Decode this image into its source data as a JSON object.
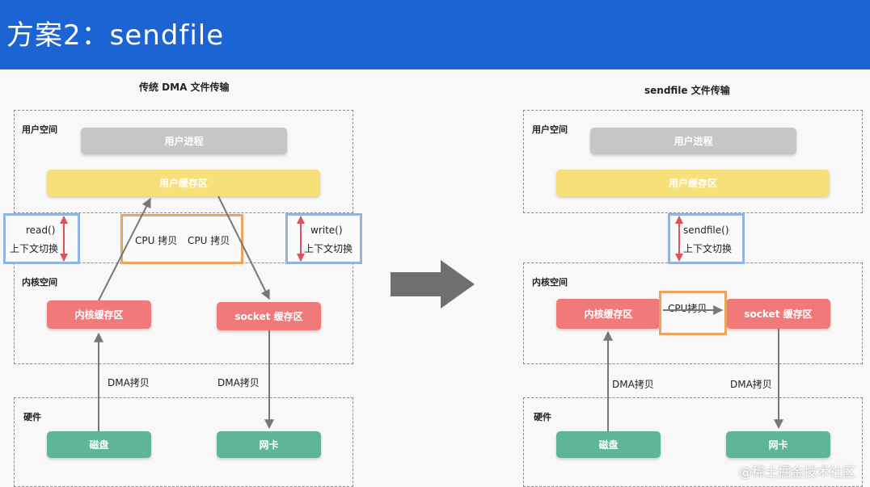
{
  "header": {
    "title": "方案2：sendfile",
    "color": "#1c63d4"
  },
  "left": {
    "title": "传统 DMA 文件传输",
    "user_space_label": "用户空间",
    "kernel_space_label": "内核空间",
    "hardware_label": "硬件",
    "user_process": "用户进程",
    "user_buffer": "用户缓存区",
    "kernel_buffer": "内核缓存区",
    "socket_buffer": "socket 缓存区",
    "disk": "磁盘",
    "nic": "网卡",
    "read_call": "read()",
    "read_switch": "上下文切换",
    "write_call": "write()",
    "write_switch": "上下文切换",
    "cpu_copy_1": "CPU 拷贝",
    "cpu_copy_2": "CPU 拷贝",
    "dma_copy_1": "DMA拷贝",
    "dma_copy_2": "DMA拷贝"
  },
  "right": {
    "title": "sendfile 文件传输",
    "user_space_label": "用户空间",
    "kernel_space_label": "内核空间",
    "hardware_label": "硬件",
    "user_process": "用户进程",
    "user_buffer": "用户缓存区",
    "kernel_buffer": "内核缓存区",
    "socket_buffer": "socket 缓存区",
    "disk": "磁盘",
    "nic": "网卡",
    "sendfile_call": "sendfile()",
    "switch": "上下文切换",
    "cpu_copy": "CPU拷贝",
    "dma_copy_1": "DMA拷贝",
    "dma_copy_2": "DMA拷贝"
  },
  "watermark": "@稀土掘金技术社区",
  "colors": {
    "gray_block": "#c6c6c6",
    "yellow_block": "#f7df7a",
    "red_block": "#f07a7a",
    "green_block": "#5fb59a",
    "blue_callout": "#91b6de",
    "orange_callout": "#e9a45d",
    "switch_arrow": "#e0505a",
    "big_arrow": "#6f6f6f"
  }
}
